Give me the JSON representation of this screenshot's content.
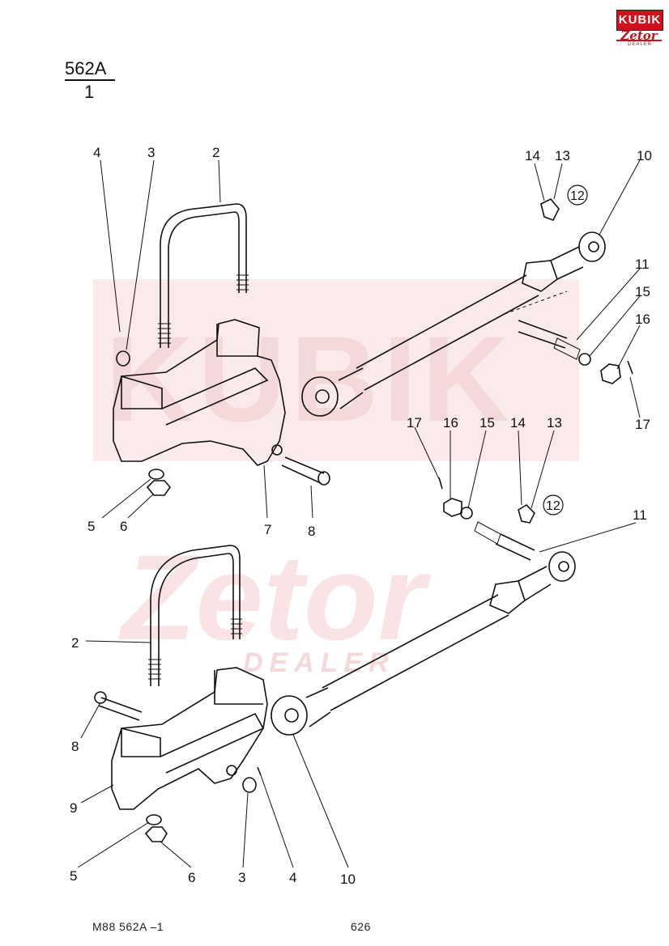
{
  "header": {
    "model_code": "562A",
    "page_index": "1"
  },
  "footer": {
    "left": "M88   562A –1",
    "number": "626"
  },
  "logo": {
    "top_text": "KUBIK",
    "middle_text": "Zetor",
    "bottom_text": "DEALER",
    "brand_color": "#d0101c"
  },
  "watermark": {
    "word": "KUBIK",
    "brand": "Zetor",
    "dealer": "DEALER",
    "color": "#f6d9da"
  },
  "callouts": {
    "upper": [
      "4",
      "3",
      "2",
      "14",
      "13",
      "12",
      "10",
      "11",
      "15",
      "16",
      "17",
      "5",
      "6",
      "7",
      "8"
    ],
    "middle": [
      "17",
      "16",
      "15",
      "14",
      "13",
      "12",
      "11"
    ],
    "lower": [
      "2",
      "8",
      "9",
      "5",
      "6",
      "3",
      "4",
      "10"
    ]
  }
}
